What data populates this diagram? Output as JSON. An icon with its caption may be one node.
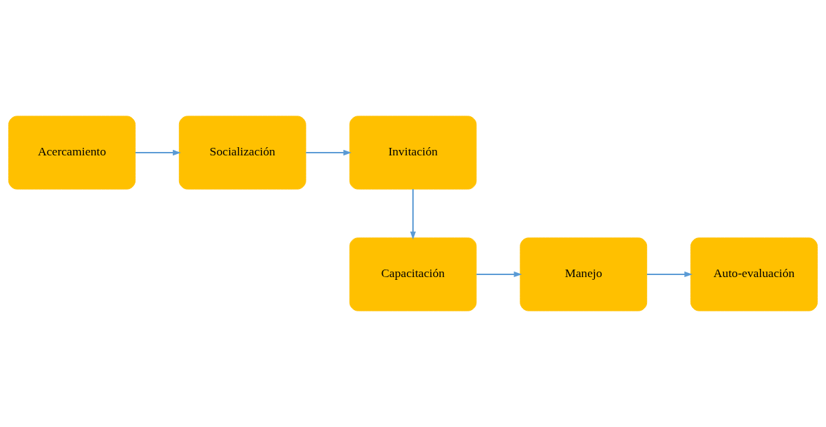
{
  "diagram": {
    "nodes": [
      {
        "text": [
          "Acercamiento"
        ]
      },
      {
        "text": [
          "Socialización"
        ]
      },
      {
        "text": [
          "Invitación"
        ]
      },
      {
        "text": [
          "Capacitación"
        ]
      },
      {
        "text": [
          "Manejo"
        ]
      },
      {
        "text": [
          "Auto-evaluación"
        ]
      }
    ],
    "edges": [
      {
        "from": 0,
        "to": 1,
        "arrow": "to"
      },
      {
        "from": 1,
        "to": 2,
        "arrow": "to"
      },
      {
        "from": 2,
        "to": 3,
        "arrow": "to"
      },
      {
        "from": 3,
        "to": 4,
        "arrow": "to"
      },
      {
        "from": 4,
        "to": 5,
        "arrow": "to"
      }
    ]
  }
}
